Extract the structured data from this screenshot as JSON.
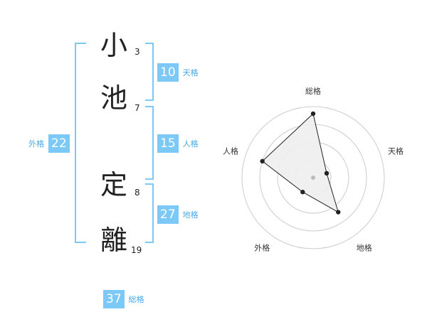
{
  "name": {
    "chars": [
      {
        "char": "小",
        "strokes": "3"
      },
      {
        "char": "池",
        "strokes": "7"
      },
      {
        "char": "定",
        "strokes": "8"
      },
      {
        "char": "離",
        "strokes": "19"
      }
    ]
  },
  "kaku": {
    "tenkaku": {
      "value": "10",
      "label": "天格"
    },
    "jinkaku": {
      "value": "15",
      "label": "人格"
    },
    "chikaku": {
      "value": "27",
      "label": "地格"
    },
    "gaikaku": {
      "value": "22",
      "label": "外格"
    },
    "soukaku": {
      "value": "37",
      "label": "総格"
    }
  },
  "chart_data": {
    "type": "radar",
    "axes": [
      "総格",
      "天格",
      "地格",
      "外格",
      "人格"
    ],
    "values": [
      0.9,
      0.2,
      0.6,
      0.25,
      0.75
    ],
    "max": 1,
    "rings": 4,
    "colors": {
      "fill": "#eeeeee",
      "line": "#222222",
      "grid": "#cccccc",
      "center": "#bbbbbb"
    }
  }
}
